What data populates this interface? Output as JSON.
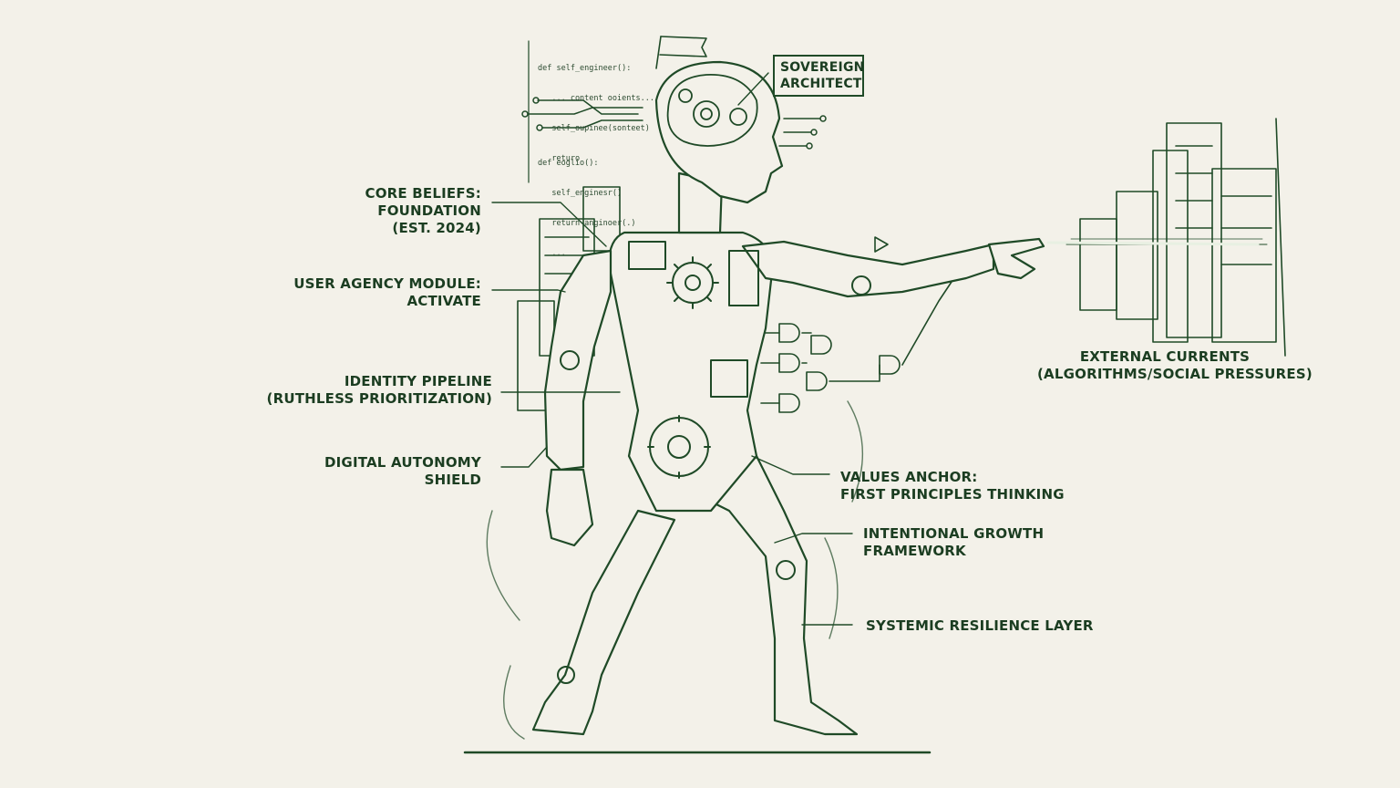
{
  "colors": {
    "ink": "#1f4a27",
    "paper": "#f3f1e9",
    "label": "#1b3d21"
  },
  "labels": {
    "sovereign_architect": [
      "SOVEREIGN",
      "ARCHITECT"
    ],
    "core_beliefs": [
      "CORE BELIEFS:",
      "FOUNDATION",
      "(EST. 2024)"
    ],
    "user_agency": [
      "USER AGENCY MODULE:",
      "ACTIVATE"
    ],
    "identity_pipeline": [
      "IDENTITY PIPELINE",
      "(RUTHLESS PRIORITIZATION)"
    ],
    "digital_autonomy": [
      "DIGITAL AUTONOMY",
      "SHIELD"
    ],
    "values_anchor": [
      "VALUES ANCHOR:",
      "FIRST PRINCIPLES THINKING"
    ],
    "intentional_growth": [
      "INTENTIONAL GROWTH",
      "FRAMEWORK"
    ],
    "systemic_resilience": [
      "SYSTEMIC RESILIENCE LAYER"
    ],
    "external_currents": [
      "EXTERNAL CURRENTS",
      "(ALGORITHMS/SOCIAL PRESSURES)"
    ]
  },
  "code_snippets": {
    "top": [
      "def self_engineer():",
      "   ... content ooients...",
      "   self_oupinee(sonteet)",
      "   returo"
    ],
    "bottom": [
      "def eoglio():",
      "   self_enginesr()",
      "   return anginoer(.)",
      "   ..."
    ]
  },
  "icons": [
    "robot-figure",
    "brain-gear-icon",
    "gear-icon",
    "logic-gate-icon",
    "city-buildings",
    "flag-icon"
  ]
}
